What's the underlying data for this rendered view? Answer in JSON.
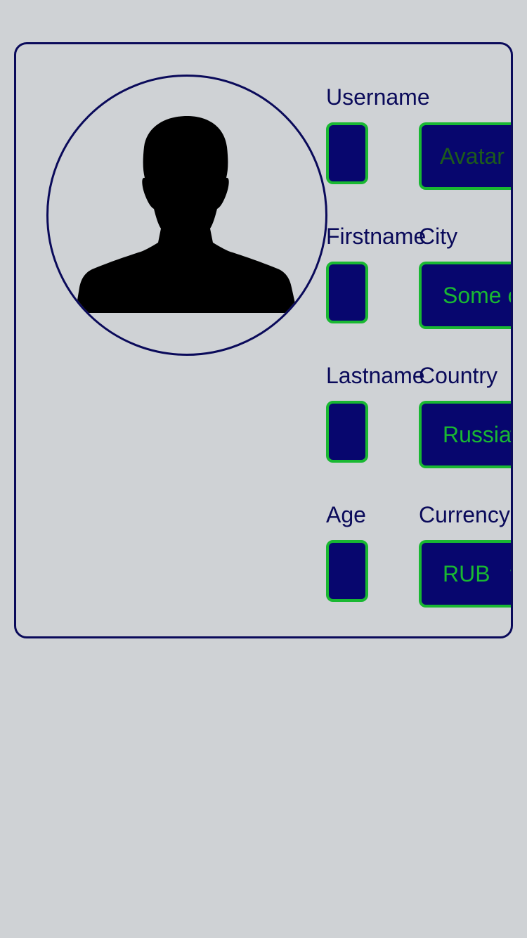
{
  "avatar": {
    "icon": "user-silhouette-icon",
    "placeholder": "Avatar"
  },
  "fields": {
    "username": {
      "label": "Username"
    },
    "firstname": {
      "label": "Firstname"
    },
    "lastname": {
      "label": "Lastname"
    },
    "age": {
      "label": "Age"
    },
    "city": {
      "label": "City",
      "value": "Some ci"
    },
    "country": {
      "label": "Country",
      "value": "Russia",
      "chevron": "v"
    },
    "currency": {
      "label": "Currency",
      "value": "RUB",
      "chevron": "v"
    }
  },
  "colors": {
    "background": "#cfd2d5",
    "border": "#0a0a5a",
    "field_fill": "#07066e",
    "field_accent": "#19b832",
    "placeholder": "#1d5c1a"
  }
}
